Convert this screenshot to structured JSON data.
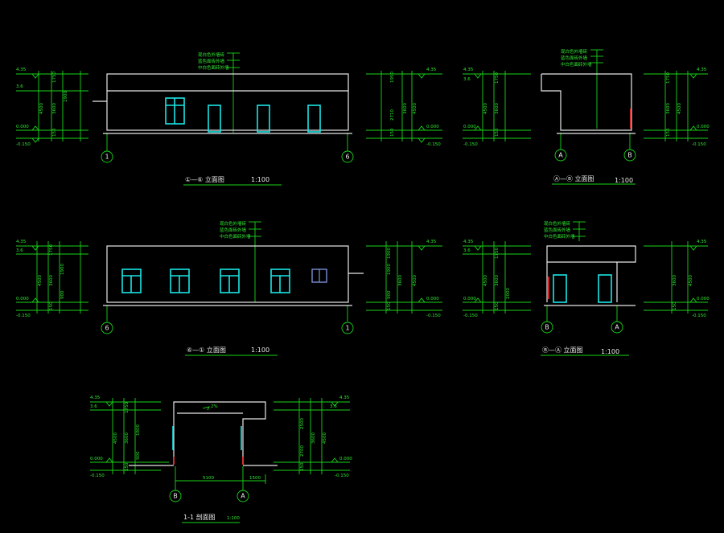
{
  "drawings": [
    {
      "id": "elev-1-6",
      "title": "①—⑥ 立面图",
      "scale": "1:100",
      "axes": [
        "1",
        "6"
      ],
      "elevs": {
        "l_top": "4.35",
        "l_mid": "3.6",
        "l_zero": "0.000",
        "l_bot": "-0.150",
        "r_top": "4.35",
        "r_zero": "0.000",
        "r_bot": "-0.150"
      },
      "dims_left": [
        "1750",
        "3600",
        "4500",
        "1900",
        "150"
      ],
      "dims_right": [
        "1950",
        "2710",
        "3600",
        "4500",
        "150"
      ],
      "notes": [
        "现白色外墙砖",
        "蓝色面砖外墙",
        "中白色面砖外墙"
      ]
    },
    {
      "id": "elev-a-b",
      "title": "Ⓐ—Ⓑ 立面图",
      "scale": "1:100",
      "axes": [
        "A",
        "B"
      ],
      "elevs": {
        "l_top": "4.35",
        "l_mid": "3.6",
        "l_zero": "0.000",
        "l_bot": "-0.150",
        "r_top": "4.35",
        "r_zero": "0.000",
        "r_bot": "-0.150"
      },
      "dims_left": [
        "1750",
        "3600",
        "4500",
        "150"
      ],
      "dims_right": [
        "1750",
        "3600",
        "4500",
        "150"
      ],
      "notes": [
        "现白色外墙砖",
        "蓝色面砖外墙",
        "中白色面砖外墙"
      ]
    },
    {
      "id": "elev-6-1",
      "title": "⑥—① 立面图",
      "scale": "1:100",
      "axes": [
        "6",
        "1"
      ],
      "elevs": {
        "l_top": "4.35",
        "l_mid": "3.6",
        "l_zero": "0.000",
        "l_bot": "-0.150",
        "r_top": "4.35",
        "r_zero": "0.000",
        "r_bot": "-0.150"
      },
      "dims_left": [
        "1750",
        "3600",
        "4500",
        "1900",
        "900",
        "150"
      ],
      "dims_right": [
        "1900",
        "1900",
        "3600",
        "4500",
        "900",
        "150"
      ],
      "notes": [
        "现白色外墙砖",
        "蓝色面砖外墙",
        "中白色面砖外墙"
      ]
    },
    {
      "id": "elev-b-a",
      "title": "Ⓑ—Ⓐ 立面图",
      "scale": "1:100",
      "axes": [
        "B",
        "A"
      ],
      "elevs": {
        "l_top": "4.35",
        "l_mid": "3.6",
        "l_zero": "0.000",
        "l_bot": "-0.150",
        "r_top": "4.35",
        "r_zero": "0.000",
        "r_bot": "-0.150"
      },
      "dims_left": [
        "1750",
        "3600",
        "4500",
        "2000",
        "150"
      ],
      "dims_right": [
        "3600",
        "4500",
        "150"
      ],
      "notes": [
        "现白色外墙砖",
        "蓝色面砖外墙",
        "中白色面砖外墙"
      ]
    },
    {
      "id": "section-1-1",
      "title": "1-1 剖面图",
      "scale": "1:100",
      "axes": [
        "B",
        "A"
      ],
      "elevs": {
        "l_top": "4.35",
        "l_mid": "3.6",
        "l_zero": "0.000",
        "l_bot": "-0.150",
        "r_top": "4.35",
        "r_mid": "3.6",
        "r_zero": "0.000",
        "r_bot": "-0.150"
      },
      "dims_left": [
        "1750",
        "3600",
        "4500",
        "1800",
        "900",
        "150"
      ],
      "dims_right": [
        "2500",
        "2700",
        "3600",
        "4500",
        "150"
      ],
      "span": "5100",
      "overhang": "1500",
      "slope": "2%"
    }
  ],
  "colors": {
    "background": "#000000",
    "lines": "#19d419",
    "walls": "#e8e8e8",
    "windows": "#19e6e6",
    "accent": "#ff3030"
  }
}
